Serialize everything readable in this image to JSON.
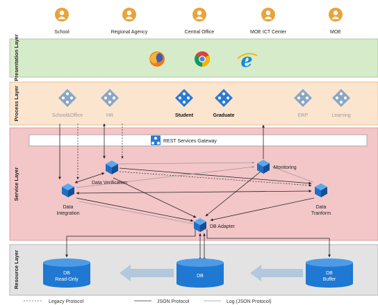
{
  "actors": [
    {
      "label": "School"
    },
    {
      "label": "Regional Agency"
    },
    {
      "label": "Central Office"
    },
    {
      "label": "MOE ICT Center"
    },
    {
      "label": "MOE"
    }
  ],
  "layers": {
    "presentation": {
      "label": "Presentation Layer",
      "color": "#d6ebc9"
    },
    "process": {
      "label": "Process Layer",
      "color": "#fbe5cf"
    },
    "service": {
      "label": "Service Layer",
      "color": "#f3c6c8"
    },
    "resource": {
      "label": "Resource Layer",
      "color": "#e3e3e3"
    }
  },
  "browsers": [
    "firefox-icon",
    "chrome-icon",
    "internet-explorer-icon"
  ],
  "processes": [
    {
      "label": "School&Office",
      "active": false
    },
    {
      "label": "HR",
      "active": false
    },
    {
      "label": "Student",
      "active": true
    },
    {
      "label": "Graduate",
      "active": true
    },
    {
      "label": "ERP",
      "active": false
    },
    {
      "label": "Learning",
      "active": false
    }
  ],
  "gateway": {
    "label": "REST Services Gateway"
  },
  "services": {
    "verification": "Data Verification",
    "monitoring": "Monitoring",
    "integration": "Data\nIntegration",
    "transform": "Data\nTranform",
    "adapter": "DB Adapter"
  },
  "databases": {
    "readonly": "DB\nRead-Only",
    "main": "DB",
    "buffer": "DB\nBuffer"
  },
  "legend": {
    "legacy": "Legacy Protocol",
    "json": "JSON Protocol",
    "log": "Log (JSON Protocol)"
  },
  "colors": {
    "cube": "#1f78d1",
    "process_icon_active": "#2a7ad2",
    "process_icon_inactive": "#8aa6c4",
    "actor": "#e8a33a",
    "arrow_big": "#b3c7dd"
  }
}
